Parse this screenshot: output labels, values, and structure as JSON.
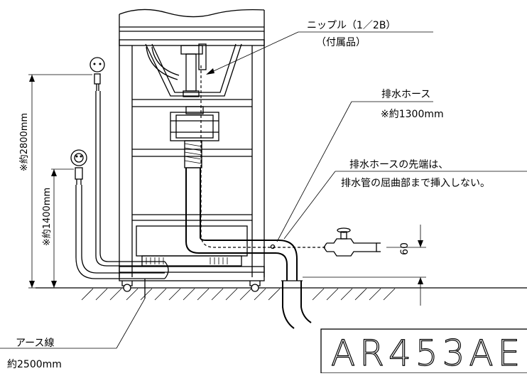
{
  "labels": {
    "nipple": "ニップル（1／2B）",
    "nipple_note": "（付属品）",
    "drain_hose": "排水ホース",
    "drain_hose_len": "※約1300mm",
    "drain_note_1": "排水ホースの先端は、",
    "drain_note_2": "排水管の屈曲部まで挿入しない。",
    "cord_2800": "※約2800mm",
    "cord_1400": "※約1400mm",
    "earth_wire": "アース線",
    "earth_len": "約2500mm",
    "dim_60": "60",
    "model": "AR453AE"
  }
}
